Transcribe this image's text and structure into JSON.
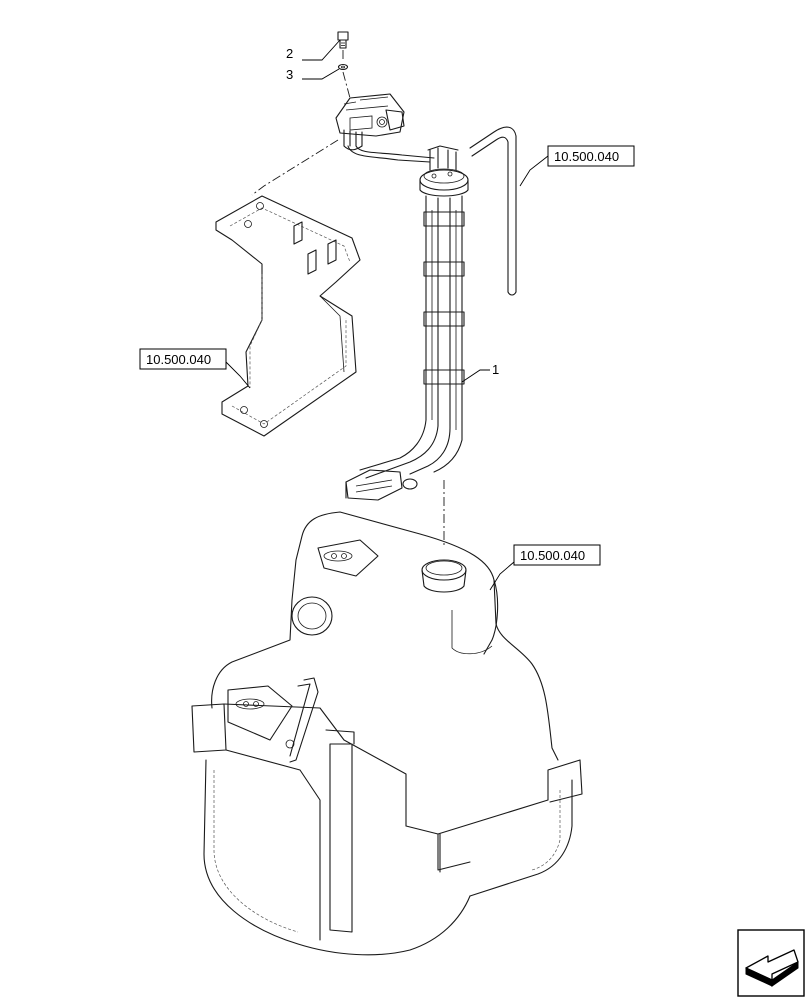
{
  "callouts": {
    "item_1": "1",
    "item_2": "2",
    "item_3": "3"
  },
  "references": {
    "ref_top_right": "10.500.040",
    "ref_left": "10.500.040",
    "ref_tank": "10.500.040"
  },
  "icons": {
    "navigation": "arrow-left-icon"
  },
  "colors": {
    "line": "#1a1a1a",
    "background": "#ffffff"
  }
}
